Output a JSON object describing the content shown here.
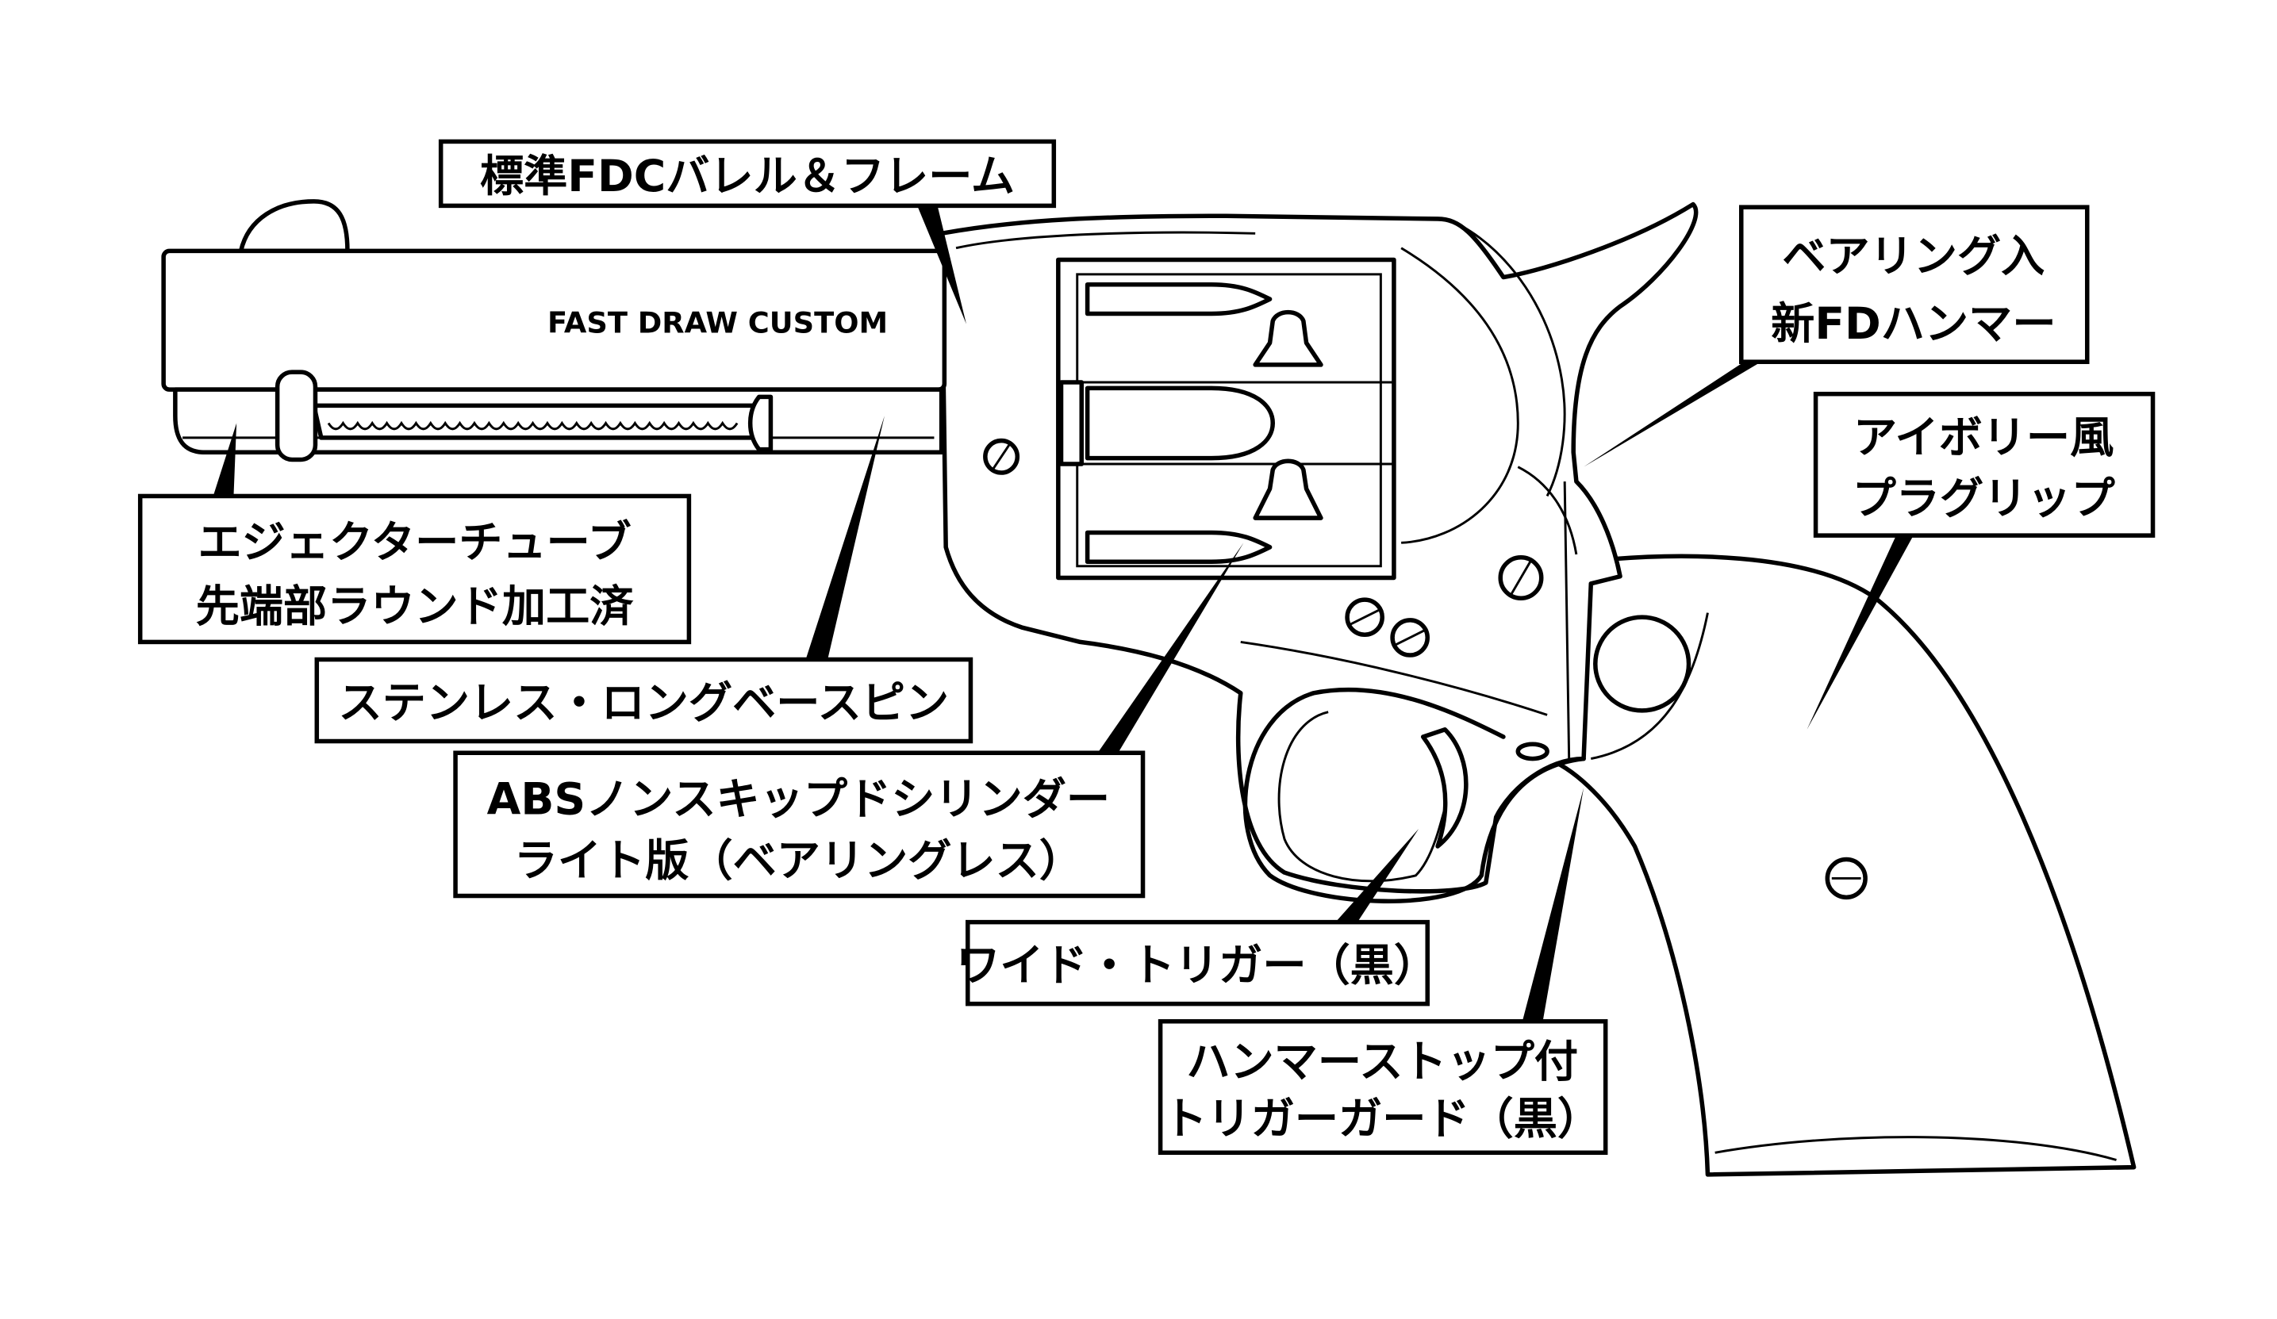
{
  "engraving": "FAST DRAW CUSTOM",
  "callouts": {
    "barrel_frame": [
      "標準FDCバレル＆フレーム"
    ],
    "hammer": [
      "ベアリング入",
      "新FDハンマー"
    ],
    "grip": [
      "アイボリー風",
      "プラグリップ"
    ],
    "ejector": [
      "エジェクターチューブ",
      "先端部ラウンド加工済"
    ],
    "base_pin": [
      "ステンレス・ロングベースピン"
    ],
    "cylinder": [
      "ABSノンスキップドシリンダー",
      "ライト版（ベアリングレス）"
    ],
    "trigger": [
      "ワイド・トリガー（黒）"
    ],
    "trigger_guard": [
      "ハンマーストップ付",
      "トリガーガード（黒）"
    ]
  }
}
